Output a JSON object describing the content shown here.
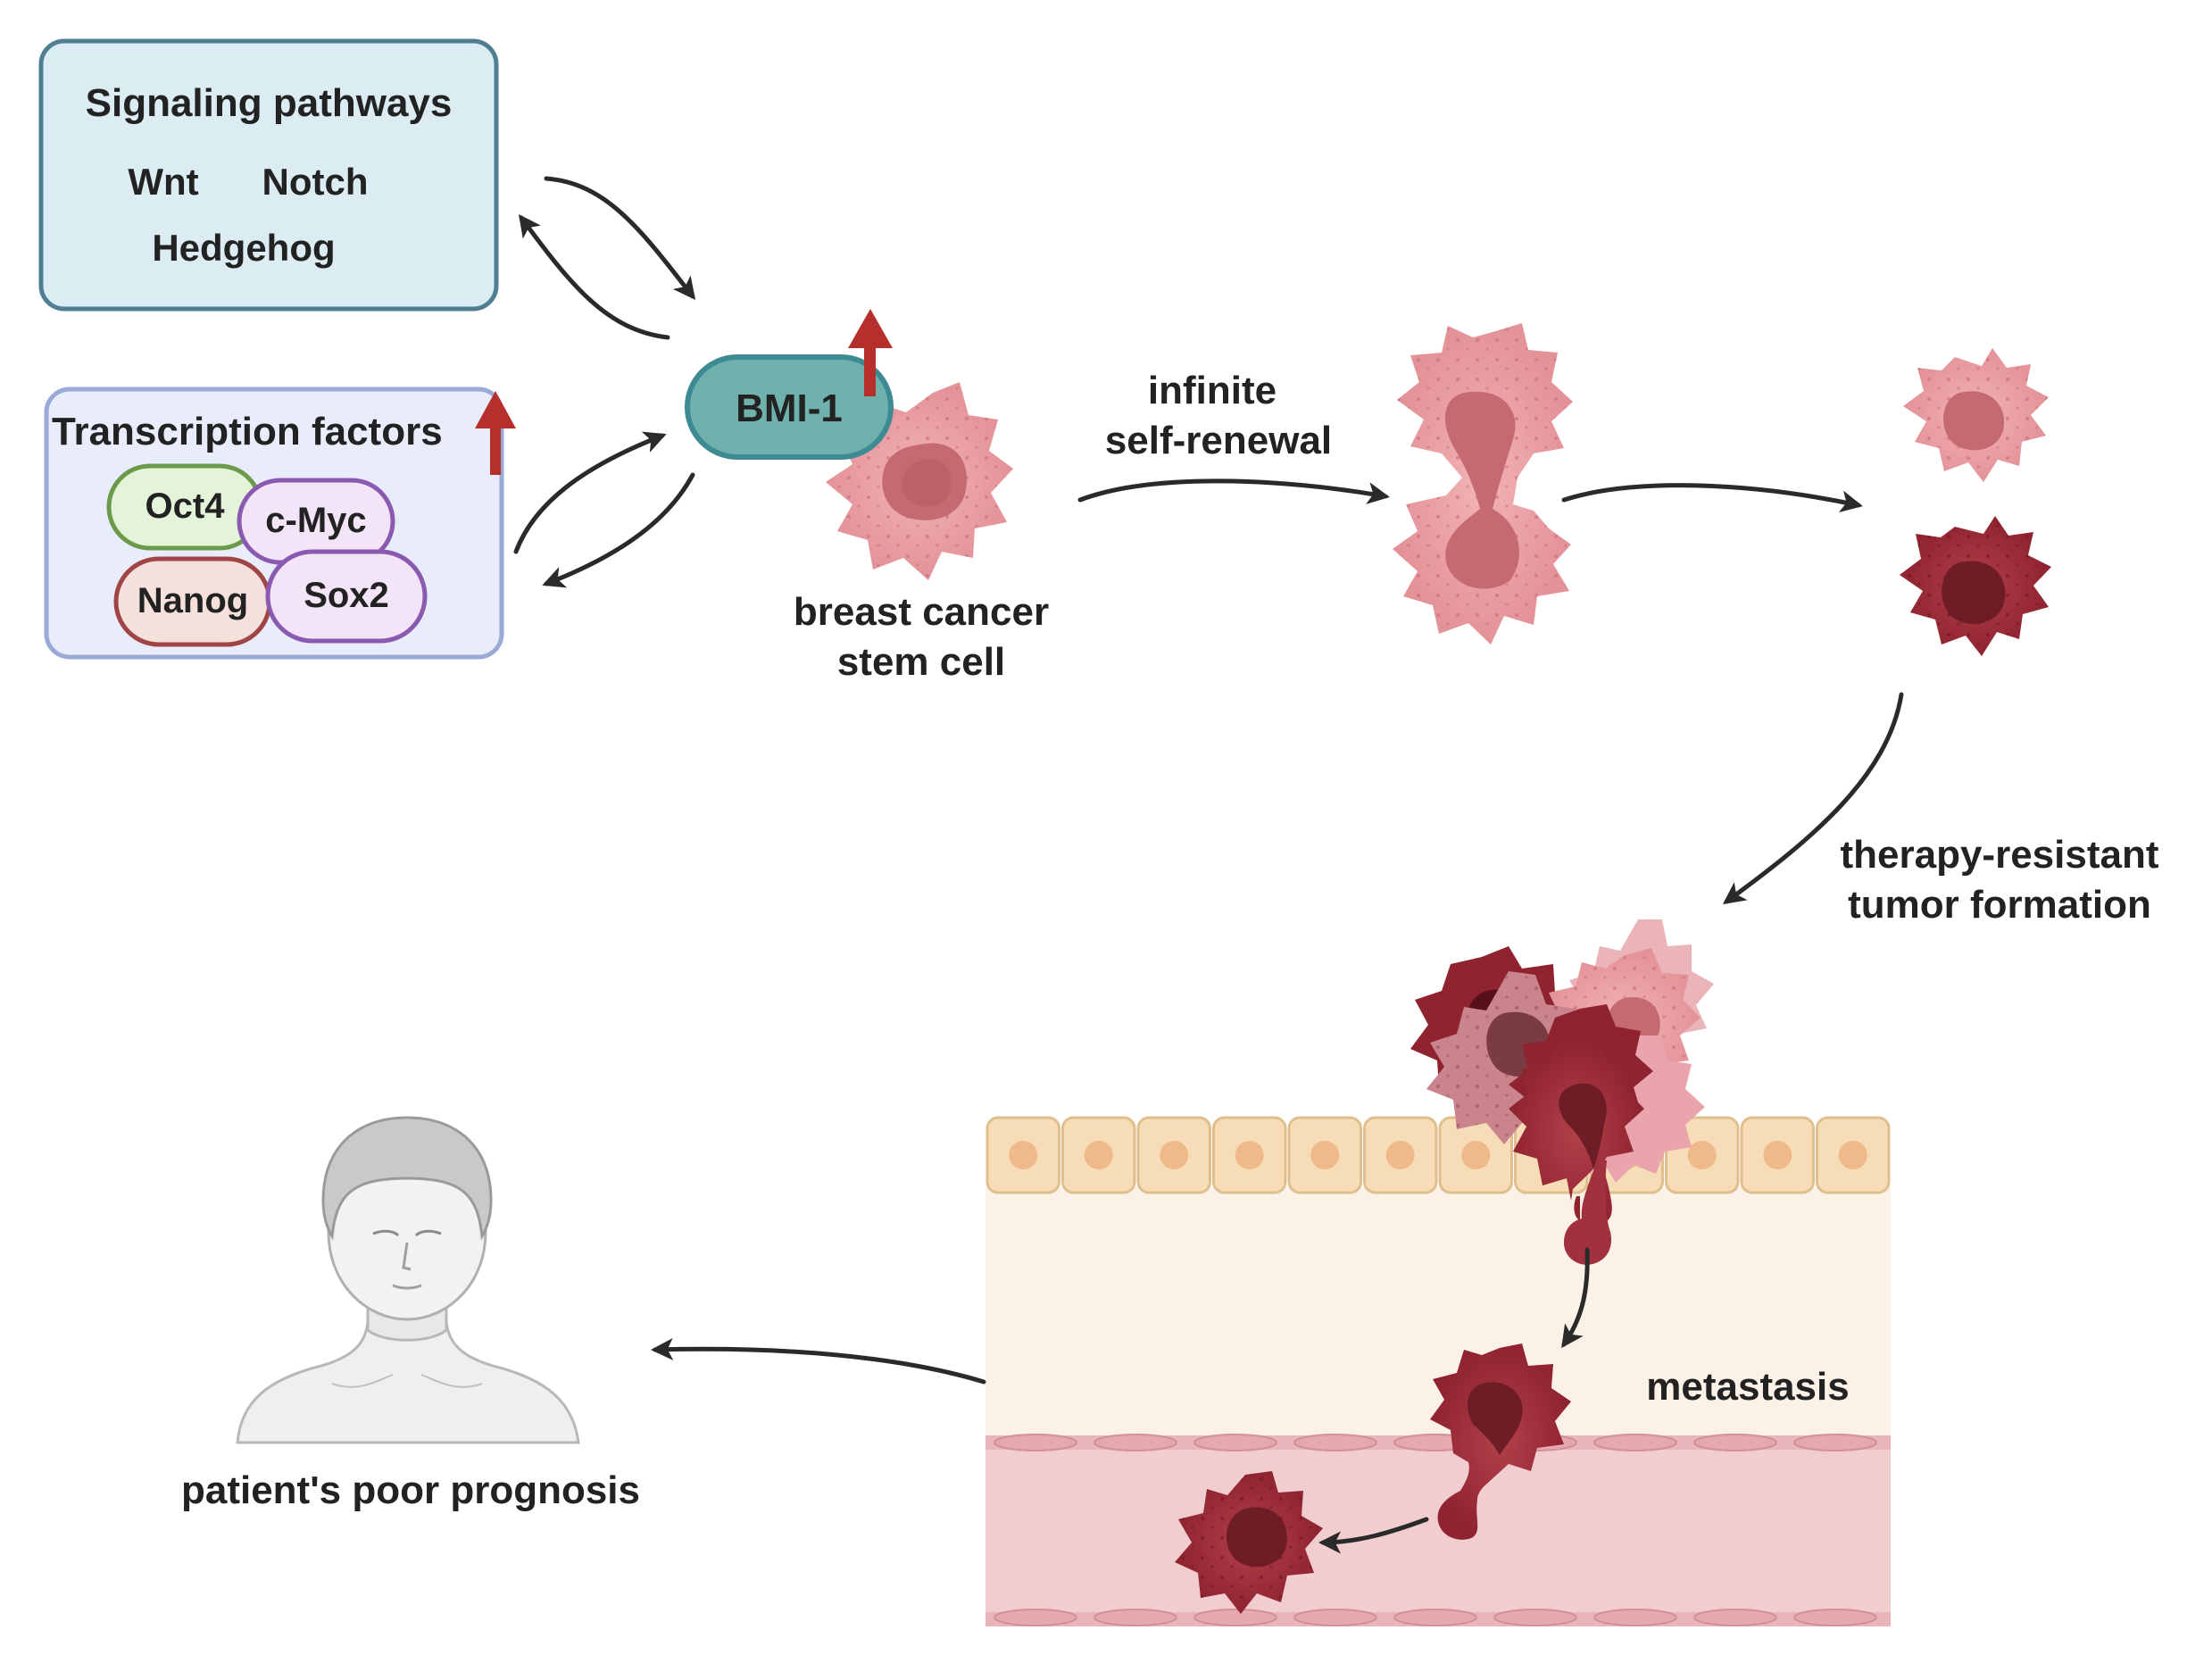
{
  "signaling": {
    "title": "Signaling pathways",
    "items": [
      "Wnt",
      "Notch",
      "Hedgehog"
    ]
  },
  "transcription": {
    "title": "Transcription factors",
    "factors": [
      "Oct4",
      "c-Myc",
      "Nanog",
      "Sox2"
    ]
  },
  "bmi": {
    "label": "BMI-1"
  },
  "stem_cell": {
    "line1": "breast cancer",
    "line2": "stem cell"
  },
  "self_renewal": {
    "line1": "infinite",
    "line2": "self-renewal"
  },
  "therapy": {
    "line1": "therapy-resistant",
    "line2": "tumor formation"
  },
  "metastasis": {
    "label": "metastasis"
  },
  "patient": {
    "label": "patient's poor prognosis"
  },
  "colors": {
    "signaling_fill": "#dcecf3",
    "signaling_stroke": "#4f7f91",
    "transcription_fill": "#e9edfb",
    "transcription_stroke": "#9aaad6",
    "bmi_fill": "#6fb1ac",
    "bmi_stroke": "#3d8a93",
    "upregulation_arrow": "#b5302c",
    "cell_light": "#e8a2a6",
    "cell_dark": "#a1313c",
    "oct4_fill": "#e4f4d8",
    "oct4_stroke": "#6a9a4a",
    "cmyc_fill": "#f3e4f7",
    "cmyc_stroke": "#8a5ab0",
    "nanog_fill": "#f6e0dc",
    "nanog_stroke": "#a04545",
    "sox2_fill": "#f3e4f7",
    "sox2_stroke": "#8a5ab0",
    "epithelium": "#f6ddb8",
    "vessel": "#f2cdd0"
  },
  "icons": [
    "up-arrow-icon",
    "cancer-cell-icon",
    "dividing-cell-icon",
    "tumor-cluster-icon",
    "patient-icon",
    "blood-vessel-icon"
  ]
}
